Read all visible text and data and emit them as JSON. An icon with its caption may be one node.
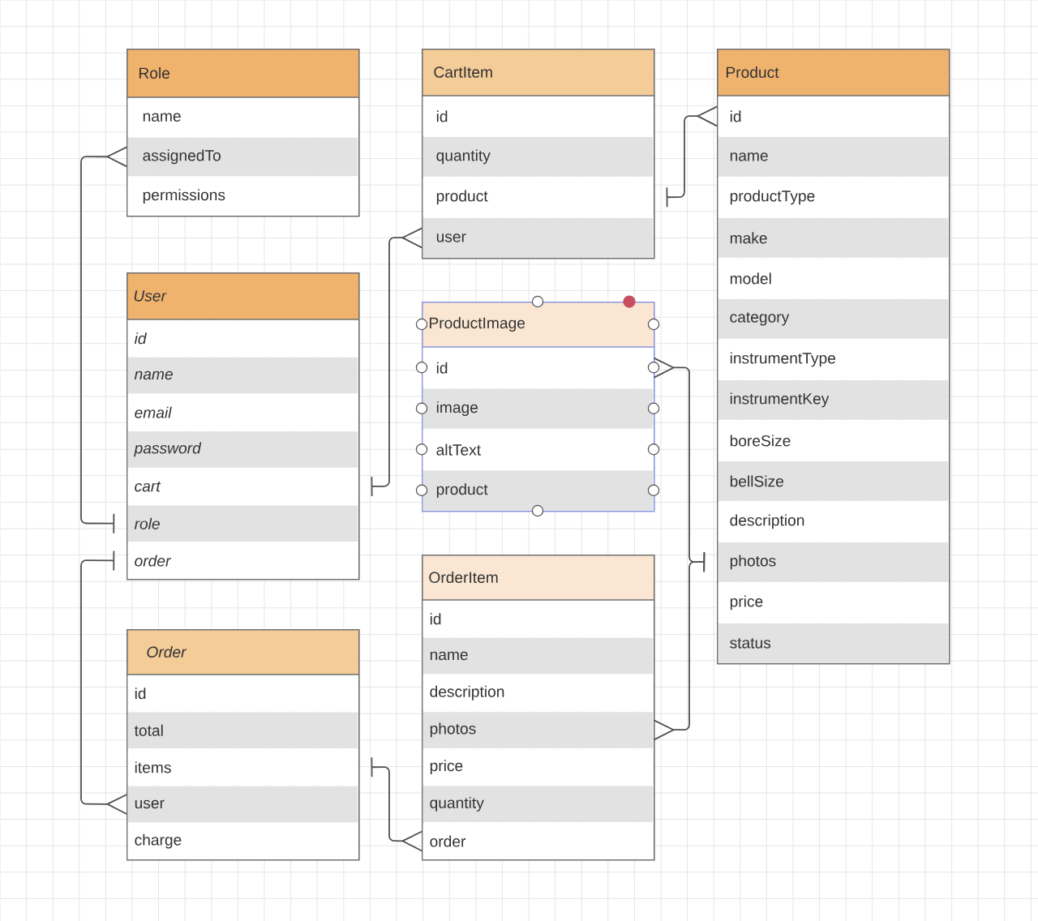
{
  "diagram": {
    "nodes": [
      {
        "text": [
          "Role"
        ]
      },
      {
        "text": [
          "name"
        ],
        "in": 0
      },
      {
        "text": [
          "assignedTo"
        ],
        "in": 0
      },
      {
        "text": [
          "permissions"
        ],
        "in": 0
      },
      {
        "text": [
          "CartItem"
        ]
      },
      {
        "text": [
          "id"
        ],
        "in": 4
      },
      {
        "text": [
          "quantity"
        ],
        "in": 4
      },
      {
        "text": [
          "product"
        ],
        "in": 4
      },
      {
        "text": [
          "user"
        ],
        "in": 4
      },
      {
        "text": [
          "Product"
        ]
      },
      {
        "text": [
          "id"
        ],
        "in": 9
      },
      {
        "text": [
          "name"
        ],
        "in": 9
      },
      {
        "text": [
          "productType"
        ],
        "in": 9
      },
      {
        "text": [
          "make"
        ],
        "in": 9
      },
      {
        "text": [
          "model"
        ],
        "in": 9
      },
      {
        "text": [
          "category"
        ],
        "in": 9
      },
      {
        "text": [
          "instrumentType"
        ],
        "in": 9
      },
      {
        "text": [
          "instrumentKey"
        ],
        "in": 9
      },
      {
        "text": [
          "boreSize"
        ],
        "in": 9
      },
      {
        "text": [
          "bellSize"
        ],
        "in": 9
      },
      {
        "text": [
          "description"
        ],
        "in": 9
      },
      {
        "text": [
          "photos"
        ],
        "in": 9
      },
      {
        "text": [
          "price"
        ],
        "in": 9
      },
      {
        "text": [
          "status"
        ],
        "in": 9
      },
      {
        "text": [
          "User"
        ]
      },
      {
        "text": [
          "id"
        ],
        "in": 24
      },
      {
        "text": [
          "name"
        ],
        "in": 24
      },
      {
        "text": [
          "email"
        ],
        "in": 24
      },
      {
        "text": [
          "password"
        ],
        "in": 24
      },
      {
        "text": [
          "cart"
        ],
        "in": 24
      },
      {
        "text": [
          "role"
        ],
        "in": 24
      },
      {
        "text": [
          "order"
        ],
        "in": 24
      },
      {
        "text": [
          "ProductImage"
        ]
      },
      {
        "text": [
          "id"
        ],
        "in": 32
      },
      {
        "text": [
          "image"
        ],
        "in": 32
      },
      {
        "text": [
          "altText"
        ],
        "in": 32
      },
      {
        "text": [
          "product"
        ],
        "in": 32
      },
      {
        "text": [
          "OrderItem"
        ]
      },
      {
        "text": [
          "id"
        ],
        "in": 37
      },
      {
        "text": [
          "name"
        ],
        "in": 37
      },
      {
        "text": [
          "description"
        ],
        "in": 37
      },
      {
        "text": [
          "photos"
        ],
        "in": 37
      },
      {
        "text": [
          "price"
        ],
        "in": 37
      },
      {
        "text": [
          "quantity"
        ],
        "in": 37
      },
      {
        "text": [
          "order"
        ],
        "in": 37
      },
      {
        "text": [
          "Order"
        ]
      },
      {
        "text": [
          "id"
        ],
        "in": 45
      },
      {
        "text": [
          "total"
        ],
        "in": 45
      },
      {
        "text": [
          "items"
        ],
        "in": 45
      },
      {
        "text": [
          "user"
        ],
        "in": 45
      },
      {
        "text": [
          "charge"
        ],
        "in": 45
      }
    ],
    "edges": [
      {
        "from": 30,
        "to": 2,
        "arrow": "other"
      },
      {
        "from": 29,
        "to": 8,
        "arrow": "other"
      },
      {
        "from": 7,
        "to": 10,
        "arrow": "other"
      },
      {
        "from": 21,
        "to": 33,
        "arrow": "other"
      },
      {
        "from": 21,
        "to": 41,
        "arrow": "other"
      },
      {
        "from": 31,
        "to": 49,
        "arrow": "other"
      },
      {
        "from": 48,
        "to": 44,
        "arrow": "other"
      }
    ]
  }
}
